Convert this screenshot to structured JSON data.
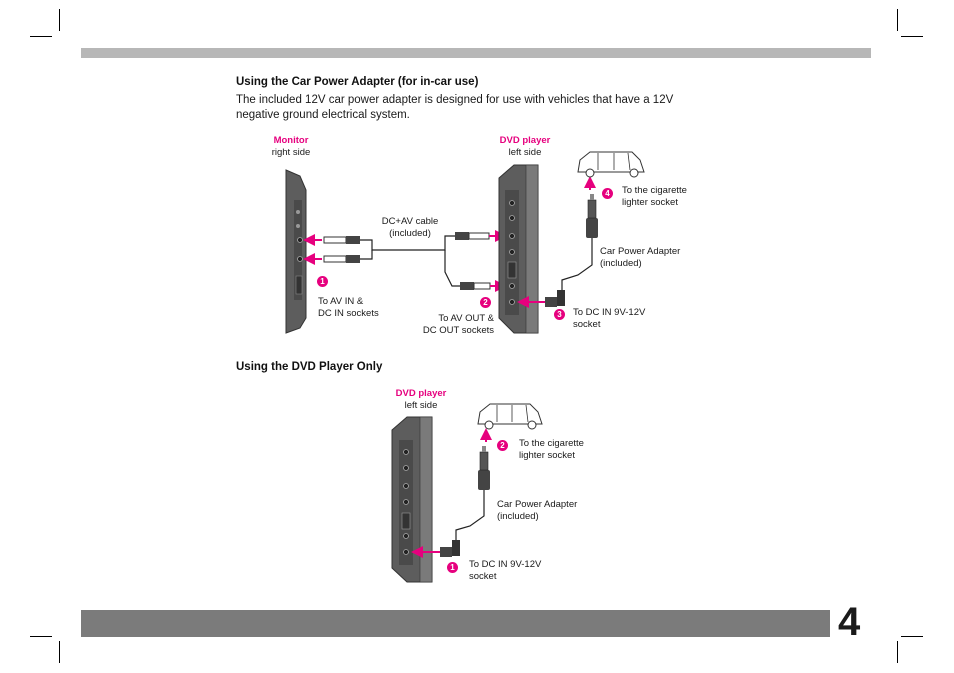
{
  "section1": {
    "heading": "Using the Car Power Adapter (for in-car use)",
    "line1": "The included 12V car power adapter is designed for use with vehicles that have a 12V",
    "line2": "negative ground electrical system.",
    "monitor_title": "Monitor",
    "monitor_sub": "right side",
    "dvd_title": "DVD player",
    "dvd_sub": "left side",
    "cable_l1": "DC+AV cable",
    "cable_l2": "(included)",
    "av_in_l1": "To AV IN &",
    "av_in_l2": "DC IN sockets",
    "av_out_l1": "To AV OUT &",
    "av_out_l2": "DC OUT sockets",
    "cig_l1": "To the cigarette",
    "cig_l2": "lighter socket",
    "adapter_l1": "Car Power Adapter",
    "adapter_l2": "(included)",
    "dcin_l1": "To DC IN 9V-12V",
    "dcin_l2": "socket",
    "badges": [
      "1",
      "2",
      "3",
      "4"
    ]
  },
  "section2": {
    "heading": "Using the DVD Player Only",
    "dvd_title": "DVD player",
    "dvd_sub": "left side",
    "cig_l1": "To the cigarette",
    "cig_l2": "lighter socket",
    "adapter_l1": "Car Power Adapter",
    "adapter_l2": "(included)",
    "dcin_l1": "To DC IN 9V-12V",
    "dcin_l2": "socket",
    "badges": [
      "1",
      "2"
    ]
  },
  "page_number": "4",
  "colors": {
    "accent": "#e6007e",
    "device": "#5a5a5a",
    "bar_top": "#b7b7b7",
    "bar_bottom": "#7b7b7b"
  }
}
